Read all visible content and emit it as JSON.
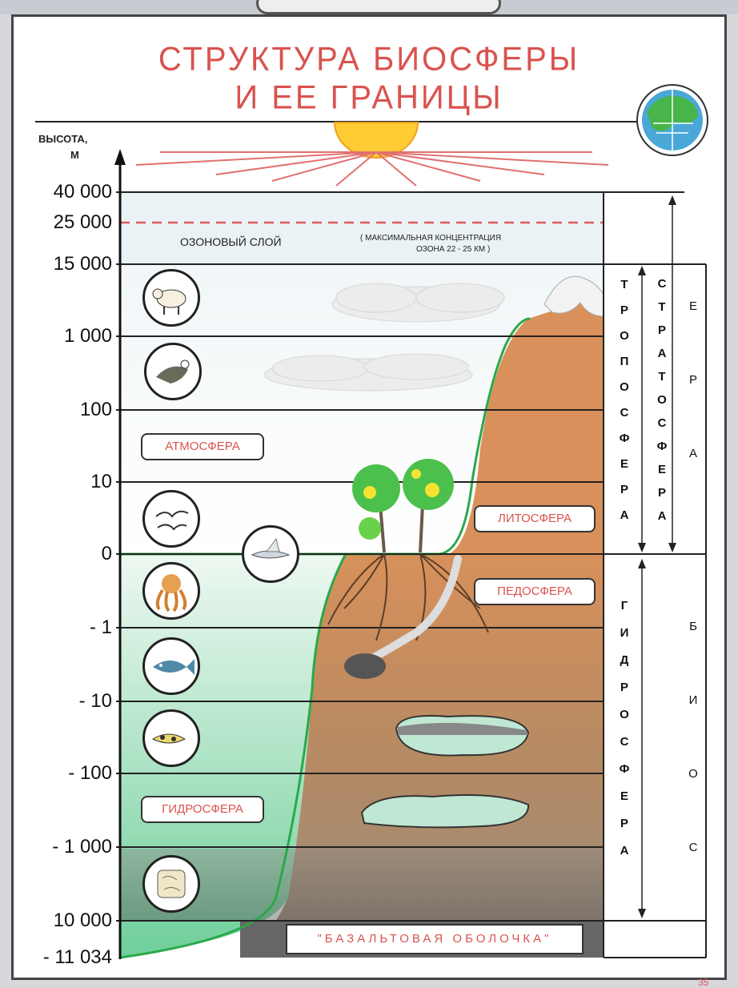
{
  "title": {
    "line1": "СТРУКТУРА   БИОСФЕРЫ",
    "line2": "И   ЕЕ   ГРАНИЦЫ"
  },
  "y_axis": {
    "label1": "ВЫСОТА,",
    "label2": "М"
  },
  "ticks": [
    "40 000",
    "25 000",
    "15 000",
    "1 000",
    "100",
    "10",
    "0",
    "- 1",
    "- 10",
    "- 100",
    "- 1 000",
    "10 000",
    "- 11 034"
  ],
  "ozone": {
    "label": "ОЗОНОВЫЙ   СЛОЙ",
    "note1": "( МАКСИМАЛЬНАЯ    КОНЦЕНТРАЦИЯ",
    "note2": "ОЗОНА    22 - 25 КМ )"
  },
  "spheres": {
    "atmosphere": "АТМОСФЕРА",
    "lithosphere": "ЛИТОСФЕРА",
    "pedosphere": "ПЕДОСФЕРА",
    "hydrosphere": "ГИДРОСФЕРА",
    "basalt": "\"БАЗАЛЬТОВАЯ    ОБОЛОЧКА\""
  },
  "vertical": {
    "troposphere": "ТРОПОСФЕРА",
    "stratosphere": "СТРАТОСФЕРА",
    "hydrosphere": "ГИДРОСФЕРА",
    "biosphere_top": "Е Р А",
    "biosphere_bottom": "Б И О С"
  },
  "icons": [
    "sheep-icon",
    "eagle-icon",
    "seagull-icon",
    "flying-fish-icon",
    "octopus-icon",
    "fish-icon",
    "deep-fish-icon",
    "plankton-icon",
    "globe-icon",
    "sun-icon"
  ],
  "page_number": "35",
  "colors": {
    "title": "#d9534f",
    "soil": "#c98e5f",
    "water": "#bfe7d3",
    "plant": "#3bb54a"
  }
}
